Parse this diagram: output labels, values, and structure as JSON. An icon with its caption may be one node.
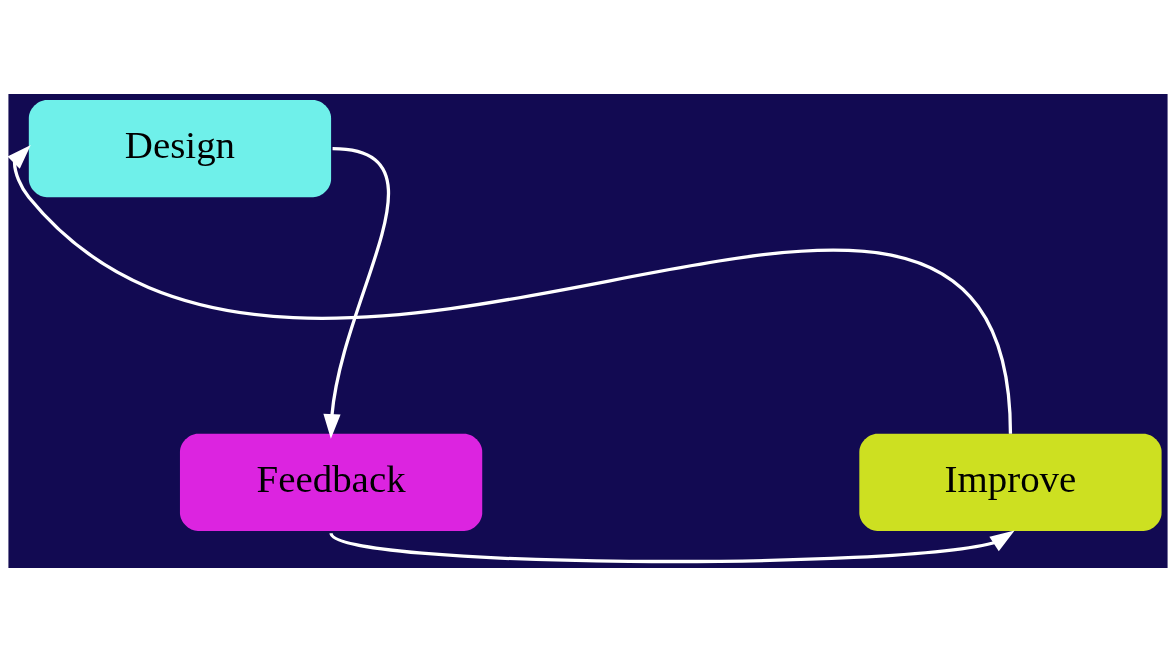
{
  "diagram": {
    "nodes": [
      {
        "text": [
          "Design"
        ]
      },
      {
        "text": [
          "Feedback"
        ]
      },
      {
        "text": [
          "Improve"
        ]
      }
    ],
    "edges": [
      {
        "from": 0,
        "to": 1,
        "arrow": "to"
      },
      {
        "from": 1,
        "to": 2,
        "arrow": "to"
      },
      {
        "from": 2,
        "to": 0,
        "arrow": "to"
      }
    ]
  }
}
